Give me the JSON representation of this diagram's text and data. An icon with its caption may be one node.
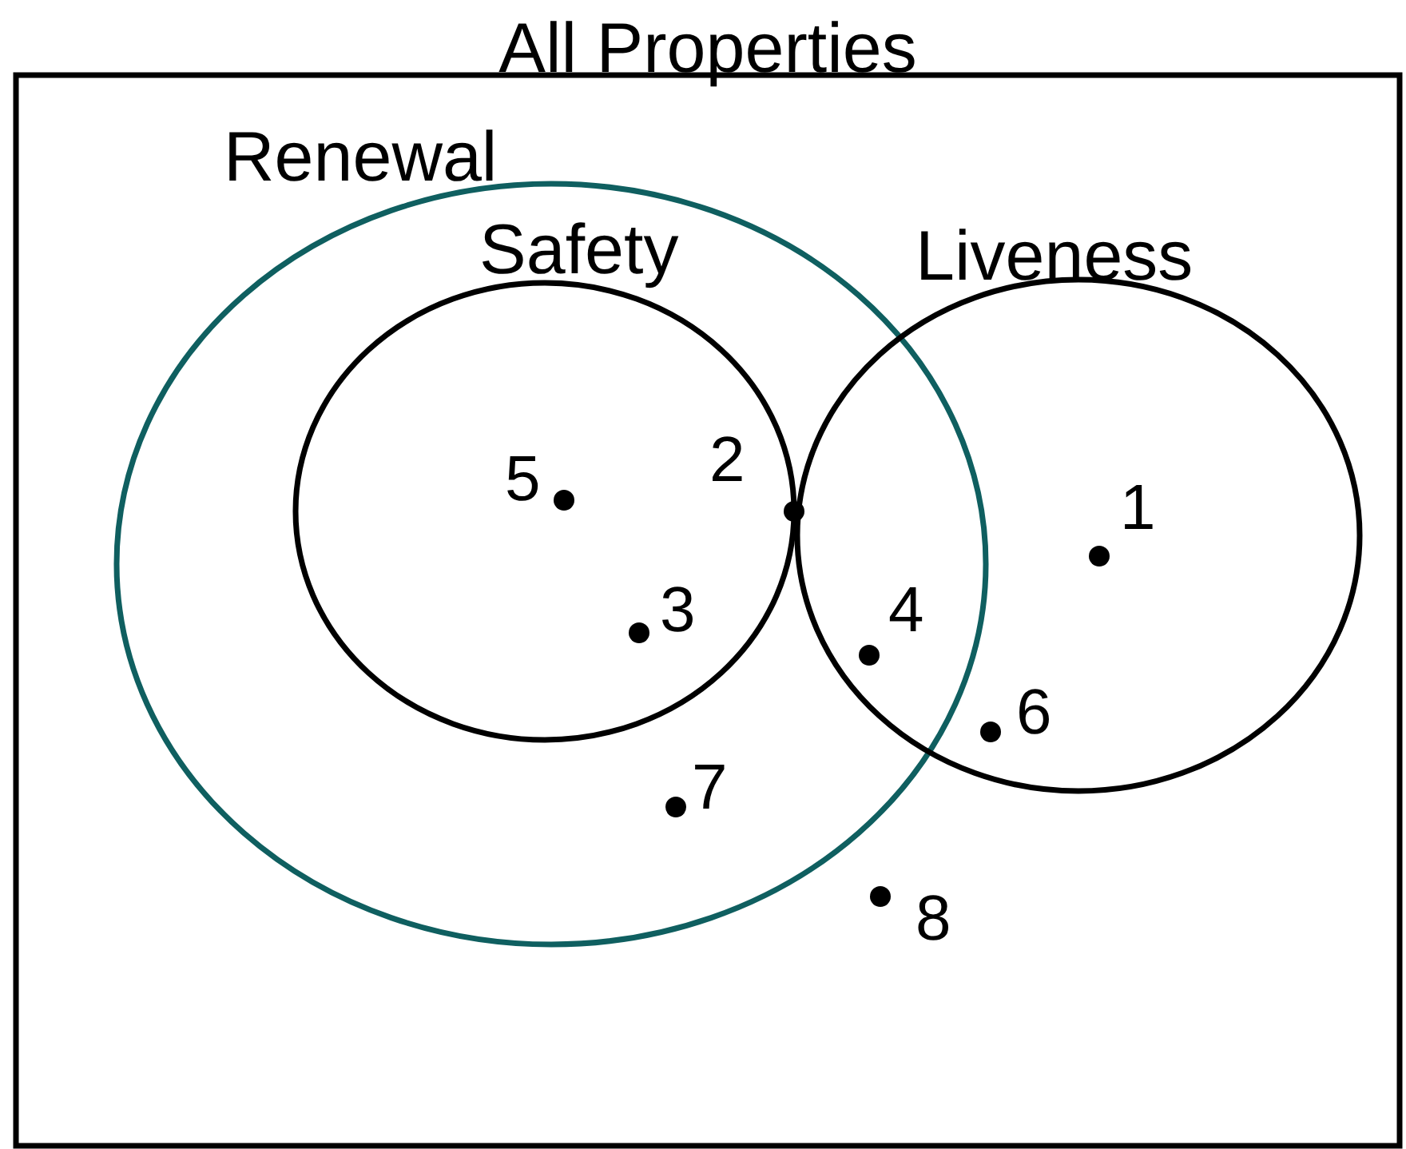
{
  "diagram": {
    "nodes": [
      {
        "text": [
          "All Properties"
        ]
      },
      {
        "text": [
          "Renewal"
        ],
        "in": 0
      },
      {
        "text": [
          "Safety"
        ],
        "in": 1
      },
      {
        "text": [
          "Liveness"
        ],
        "in": 0
      }
    ],
    "edges": [],
    "labels": [
      "5",
      "2",
      "1",
      "3",
      "4",
      "6",
      "7",
      "8"
    ]
  }
}
